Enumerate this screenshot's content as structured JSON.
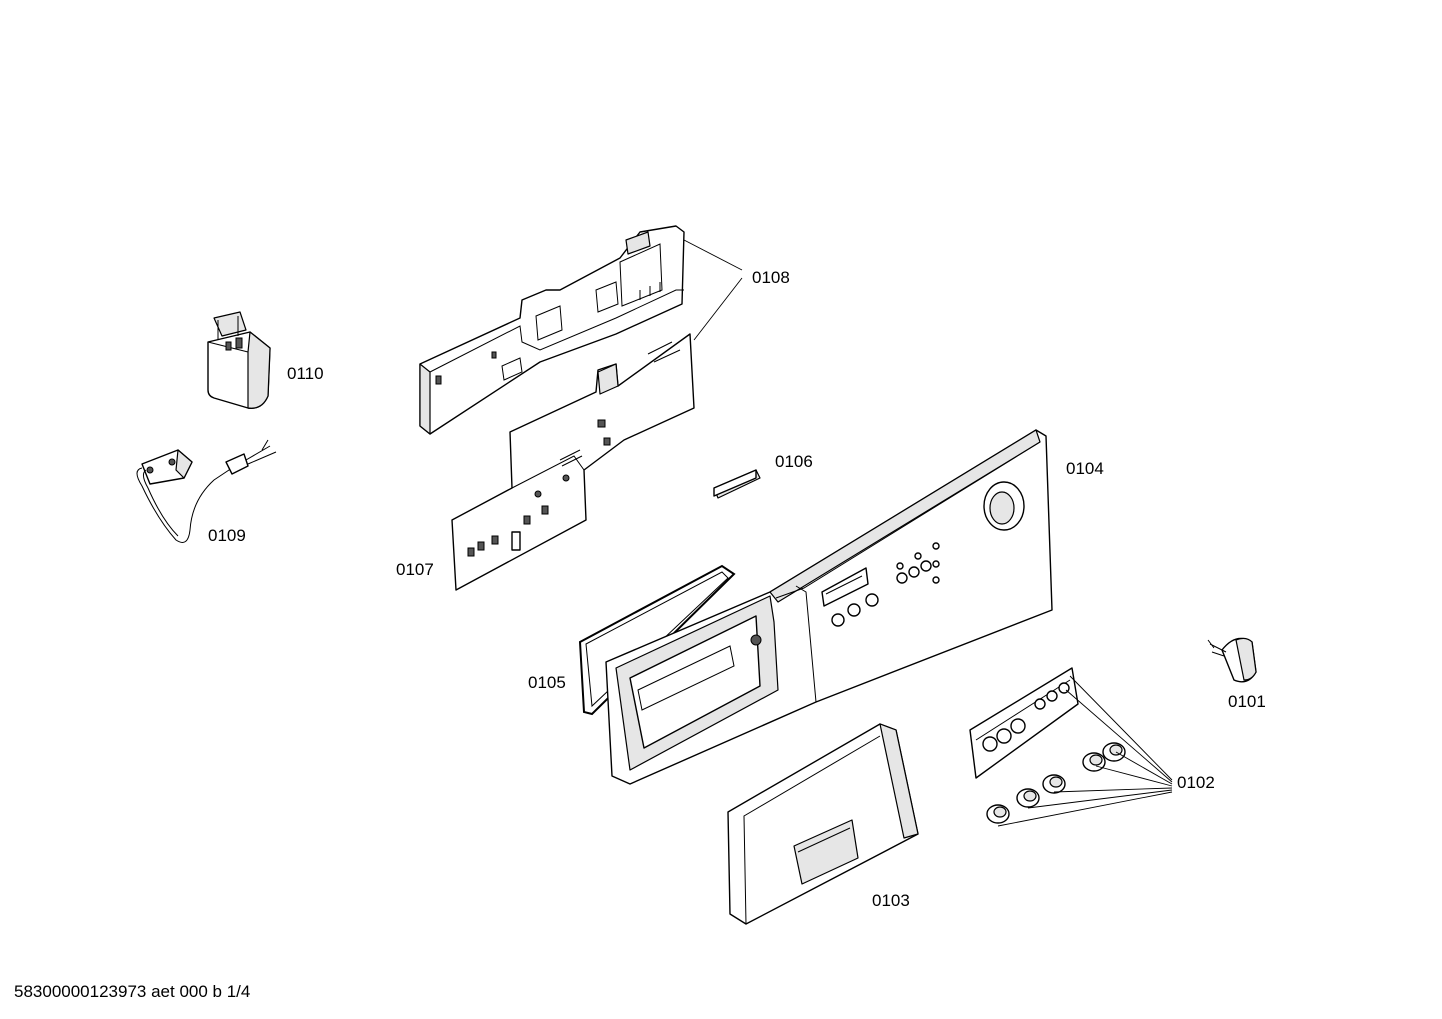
{
  "parts": {
    "p0101": "0101",
    "p0102": "0102",
    "p0103": "0103",
    "p0104": "0104",
    "p0105": "0105",
    "p0106": "0106",
    "p0107": "0107",
    "p0108": "0108",
    "p0109": "0109",
    "p0110": "0110"
  },
  "footer": {
    "drawing_id": "58300000123973 aet 000 b 1/4"
  }
}
